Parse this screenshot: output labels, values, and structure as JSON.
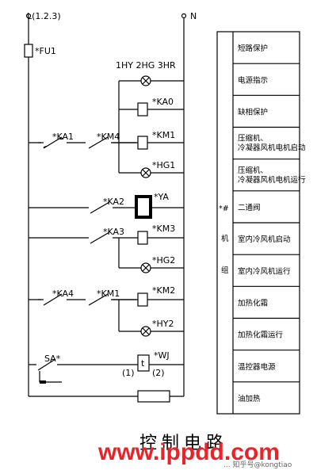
{
  "nodes": {
    "l_bus": "L(1.2.3)",
    "n_bus": "N",
    "fuse": "*FU1",
    "lamp_header": "1HY 2HG 3HR",
    "ka0": "*KA0",
    "ka1": "*KA1",
    "km4_contact": "*KM4",
    "km1_coil": "*KM1",
    "hg1": "*HG1",
    "ka2": "*KA2",
    "ya": "*YA",
    "ka3": "*KA3",
    "km3": "*KM3",
    "hg2": "*HG2",
    "ka4": "*KA4",
    "km1_contact": "*KM1",
    "km2_coil": "*KM2",
    "hy2": "*HY2",
    "sa": "SA*",
    "wj": "*WJ",
    "wj_t": "t",
    "wj_p1": "(1)",
    "wj_p2": "(2)"
  },
  "table": {
    "side_mark": "*#",
    "side_chars": [
      "机",
      "组"
    ],
    "rows": [
      "短路保护",
      "电源指示",
      "缺相保护",
      "压缩机、冷凝器风机电机启动",
      "压缩机、冷凝器风机电机运行",
      "二通阀",
      "室内冷风机启动",
      "室内冷风机运行",
      "加热化霜",
      "加热化霜运行",
      "温控器电源",
      "油加热"
    ]
  },
  "title": "控制电路",
  "watermark": {
    "site": "www.ippdd.com",
    "credit": "... 知乎号@kongtiao"
  }
}
